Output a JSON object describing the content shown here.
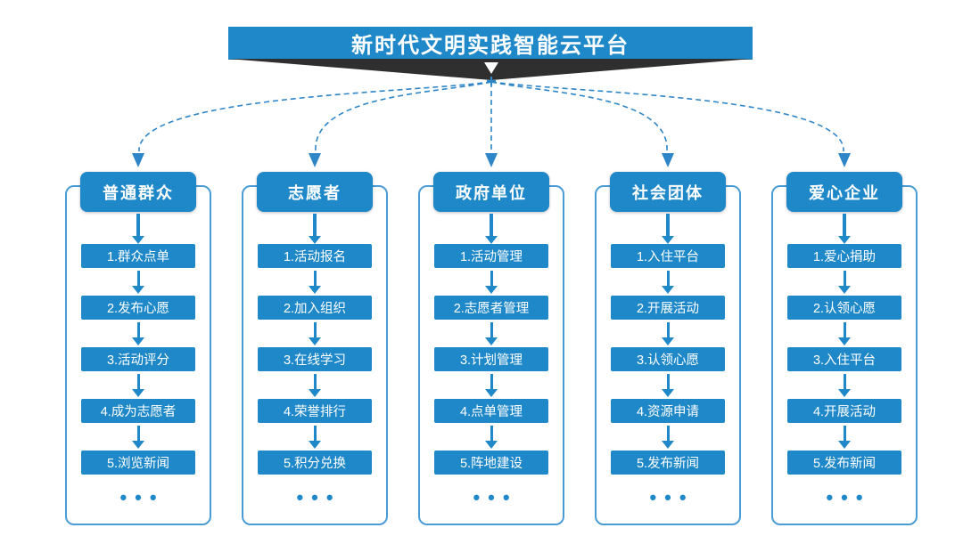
{
  "title": "新时代文明实践智能云平台",
  "ellipsis": "•••",
  "colors": {
    "primary": "#1f88c9",
    "outline": "#4a9cd6",
    "line": "#2e86c8",
    "wedge": "#2f2f2f"
  },
  "columns": [
    {
      "header": "普通群众",
      "items": [
        "1.群众点单",
        "2.发布心愿",
        "3.活动评分",
        "4.成为志愿者",
        "5.浏览新闻"
      ]
    },
    {
      "header": "志愿者",
      "items": [
        "1.活动报名",
        "2.加入组织",
        "3.在线学习",
        "4.荣誉排行",
        "5.积分兑换"
      ]
    },
    {
      "header": "政府单位",
      "items": [
        "1.活动管理",
        "2.志愿者管理",
        "3.计划管理",
        "4.点单管理",
        "5.阵地建设"
      ]
    },
    {
      "header": "社会团体",
      "items": [
        "1.入住平台",
        "2.开展活动",
        "3.认领心愿",
        "4.资源申请",
        "5.发布新闻"
      ]
    },
    {
      "header": "爱心企业",
      "items": [
        "1.爱心捐助",
        "2.认领心愿",
        "3.入住平台",
        "4.开展活动",
        "5.发布新闻"
      ]
    }
  ]
}
